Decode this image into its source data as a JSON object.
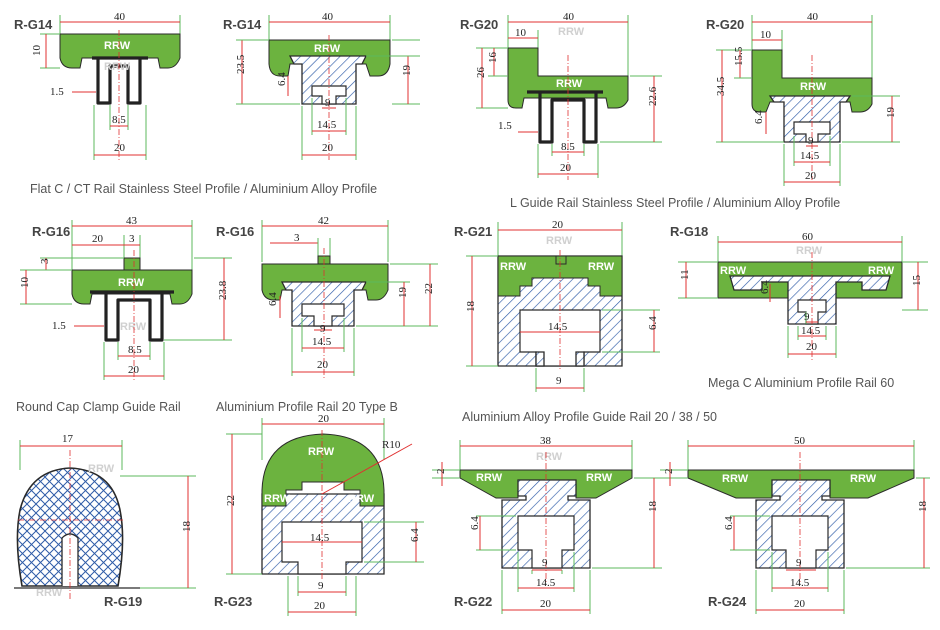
{
  "brand": "RRW",
  "codes": {
    "g14a": "R-G14",
    "g14b": "R-G14",
    "g20a": "R-G20",
    "g20b": "R-G20",
    "g16a": "R-G16",
    "g16b": "R-G16",
    "g21": "R-G21",
    "g18": "R-G18",
    "g19": "R-G19",
    "g23": "R-G23",
    "g22": "R-G22",
    "g24": "R-G24"
  },
  "captions": {
    "flat_c": "Flat C / CT Rail Stainless Steel Profile / Aluminium Alloy Profile",
    "l_guide": "L Guide Rail Stainless Steel Profile / Aluminium Alloy Profile",
    "round_cap": "Round Cap Clamp Guide Rail",
    "alu20": "Aluminium Profile Rail 20 Type B",
    "mega_c": "Mega C Aluminium Profile Rail 60",
    "guide_203850": "Aluminium Alloy Profile Guide Rail 20 / 38 / 50"
  },
  "dims": {
    "g14a": {
      "w": "40",
      "h": "10",
      "t": "1.5",
      "slot": "8.5",
      "base": "20"
    },
    "g14b": {
      "w": "40",
      "h": "23.5",
      "h2": "19",
      "a": "6.4",
      "slot": "9",
      "in": "14.5",
      "base": "20"
    },
    "g20a": {
      "w": "40",
      "lip": "10",
      "h": "26",
      "h2": "16",
      "t": "1.5",
      "slot": "8.5",
      "base": "20",
      "dep": "22.6"
    },
    "g20b": {
      "w": "40",
      "lip": "10",
      "h": "34.5",
      "h2": "15.5",
      "a": "6.4",
      "slot": "9",
      "in": "14.5",
      "base": "20",
      "dep": "19"
    },
    "g16a": {
      "w": "43",
      "off": "20",
      "nub": "3",
      "nubh": "3",
      "h": "10",
      "t": "1.5",
      "slot": "8.5",
      "base": "20",
      "dep": "23.8"
    },
    "g16b": {
      "w": "42",
      "nub": "3",
      "a": "6.4",
      "h": "19",
      "h2": "22",
      "slot": "9",
      "in": "14.5",
      "base": "20"
    },
    "g21": {
      "w": "20",
      "h": "18",
      "in": "14.5",
      "a": "6.4",
      "slot": "9"
    },
    "g18": {
      "w": "60",
      "h": "11",
      "h2": "15",
      "a": "6.4",
      "slot": "9",
      "in": "14.5",
      "base": "20"
    },
    "g19": {
      "w": "17",
      "h": "18"
    },
    "g23": {
      "w": "20",
      "h": "22",
      "r": "R10",
      "in": "14.5",
      "a": "6.4",
      "slot": "9",
      "base": "20"
    },
    "g22": {
      "w": "38",
      "h": "2",
      "a": "6.4",
      "h2": "18",
      "slot": "9",
      "in": "14.5",
      "base": "20"
    },
    "g24": {
      "w": "50",
      "h": "2",
      "a": "6.4",
      "h2": "18",
      "slot": "9",
      "in": "14.5",
      "base": "20"
    }
  }
}
